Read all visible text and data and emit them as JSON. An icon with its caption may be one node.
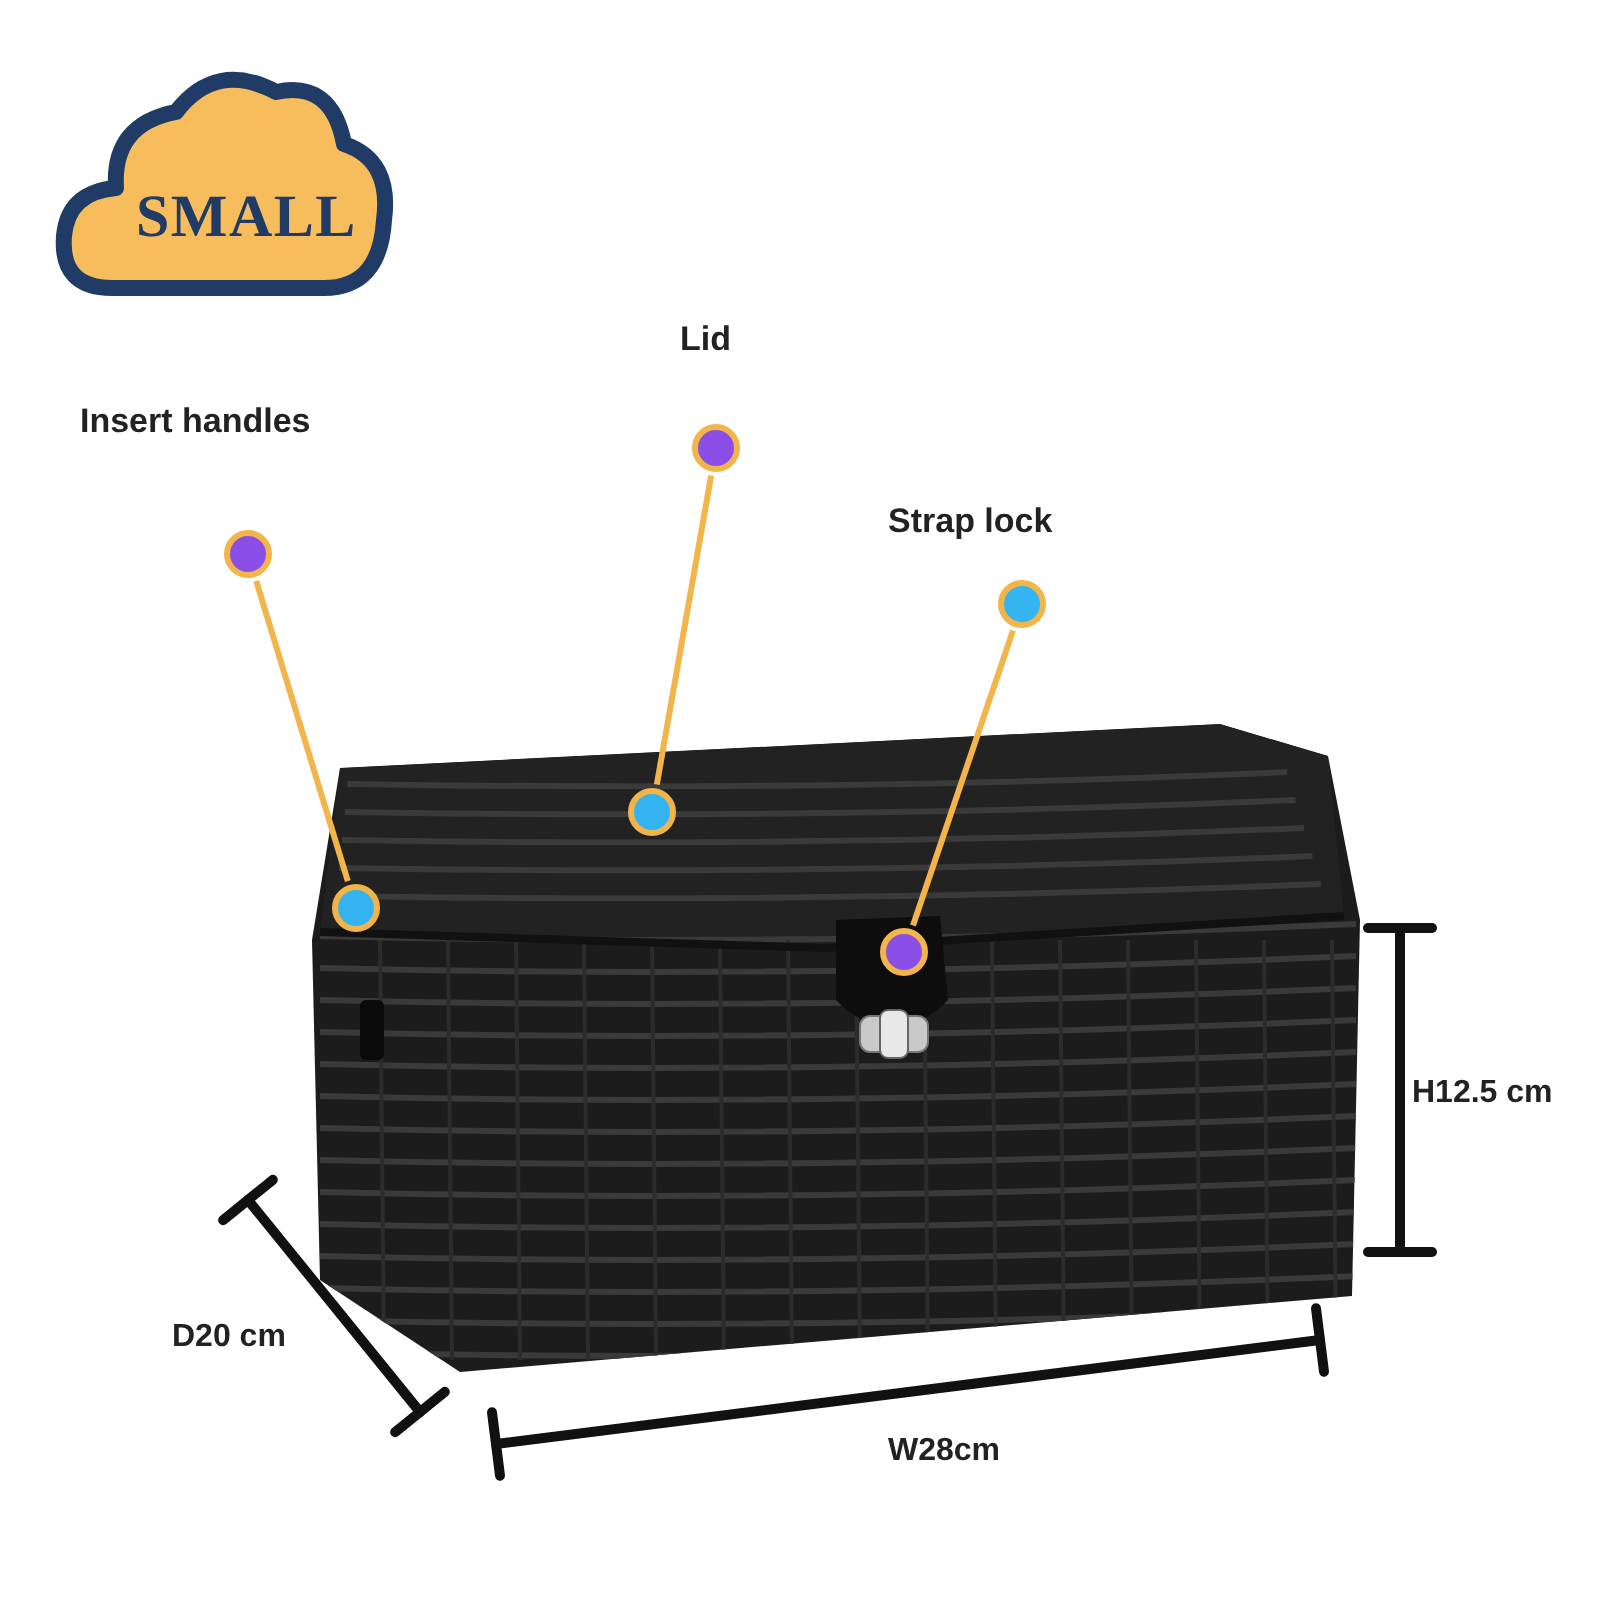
{
  "diagram": {
    "nodes": [
      {
        "text": [
          "SMALL"
        ]
      },
      {
        "text": [
          "Insert handles"
        ]
      },
      {
        "text": [
          "Lid"
        ]
      },
      {
        "text": [
          "Strap lock"
        ]
      },
      {
        "text": [],
        "shape": "circle"
      },
      {
        "text": [],
        "shape": "circle"
      },
      {
        "text": [],
        "shape": "circle"
      }
    ],
    "edges": [
      {
        "from": 1,
        "to": 4,
        "arrow": "none"
      },
      {
        "from": 2,
        "to": 5,
        "arrow": "none"
      },
      {
        "from": 3,
        "to": 6,
        "arrow": "none"
      }
    ],
    "labels": [
      "H12.5 cm",
      "D20 cm",
      "W28cm"
    ]
  }
}
